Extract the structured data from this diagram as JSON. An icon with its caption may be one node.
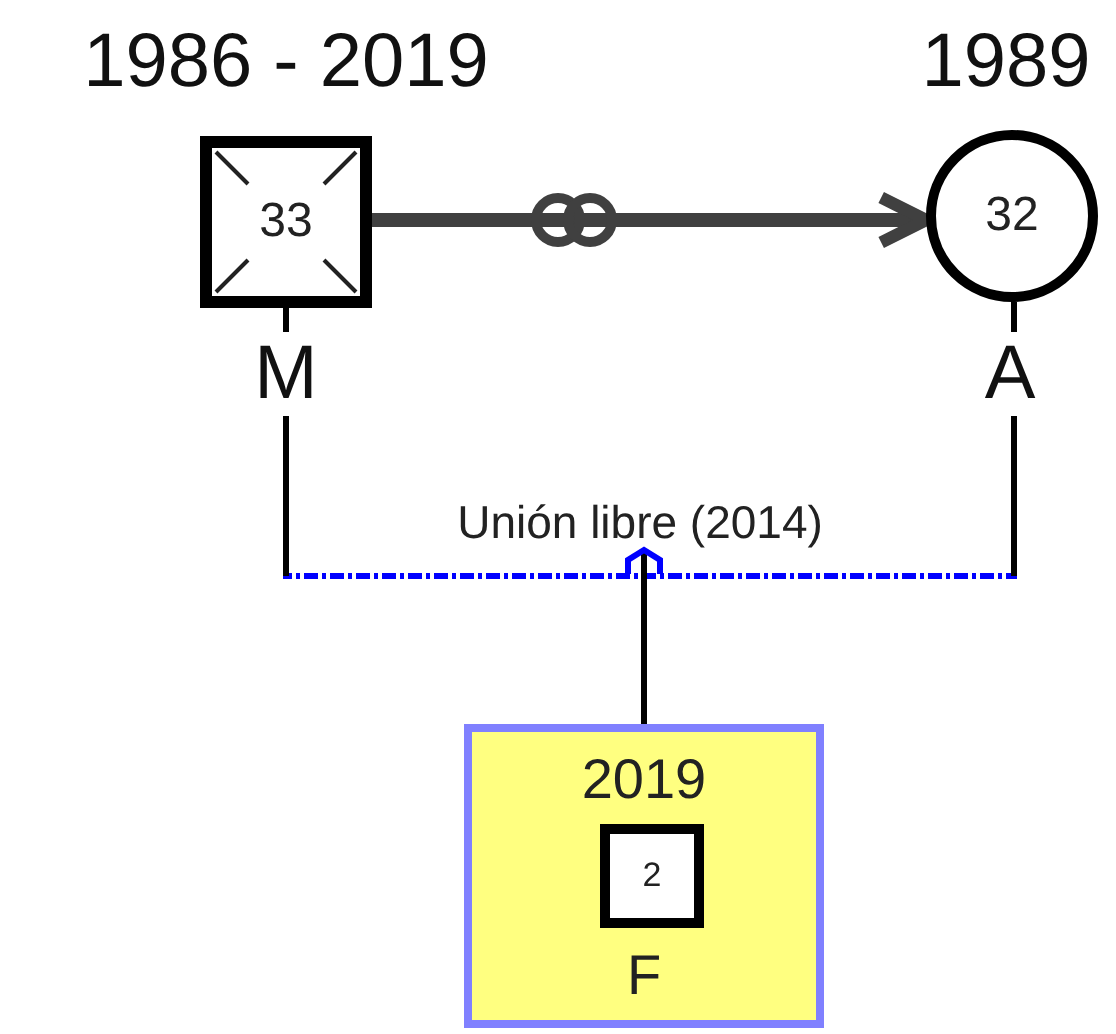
{
  "diagram": {
    "nodes": [
      {
        "text": [
          "33"
        ],
        "beside": [
          "1986 - 2019",
          "M"
        ]
      },
      {
        "text": [
          "32"
        ],
        "beside": [
          "1989",
          "A"
        ]
      },
      {
        "text": [
          "2019",
          "F"
        ]
      },
      {
        "text": [
          "2"
        ],
        "in": 2
      },
      {
        "text": [],
        "shape": "arch"
      }
    ],
    "edges": [
      {
        "from": 0,
        "to": 1,
        "arrow": "to",
        "style": "thick",
        "color": "#404040"
      },
      {
        "from": 0,
        "to": 1,
        "arrow": "none",
        "label": "Unión libre (2014)",
        "style": "dashed",
        "color": "#0000ff"
      },
      {
        "from": 4,
        "to": 2,
        "arrow": "none"
      }
    ]
  }
}
